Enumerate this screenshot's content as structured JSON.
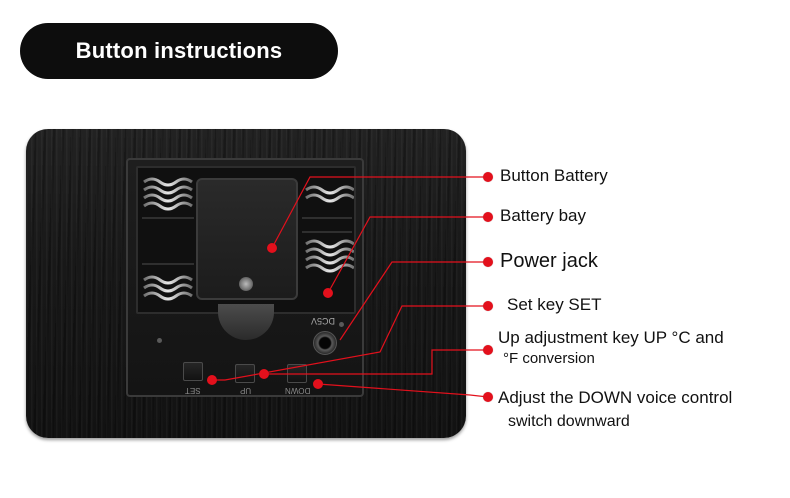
{
  "header": {
    "title": "Button instructions"
  },
  "callouts": [
    {
      "label": "Button Battery"
    },
    {
      "label": "Battery bay"
    },
    {
      "label": "Power jack"
    },
    {
      "label": "Set key SET"
    },
    {
      "label_line1": "Up adjustment key UP °C and",
      "label_line2": "°F conversion"
    },
    {
      "label_line1": "Adjust the DOWN voice control",
      "label_line2": "switch downward"
    }
  ],
  "device": {
    "jack_label": "DC5V",
    "buttons": [
      "SET",
      "UP",
      "DOWN"
    ]
  },
  "colors": {
    "accent": "#e3101c",
    "header_bg": "#0d0d0d",
    "device_body": "#181818"
  }
}
